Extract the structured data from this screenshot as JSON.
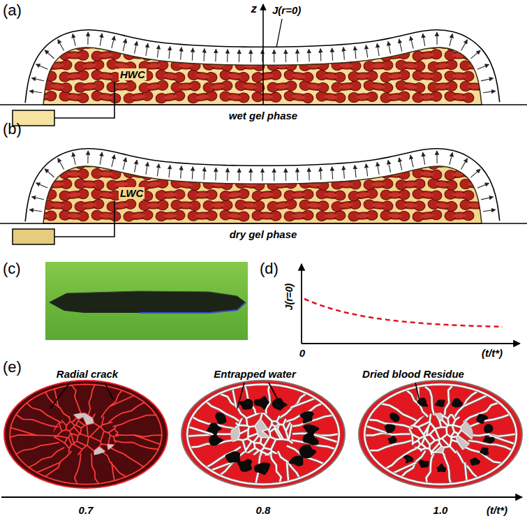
{
  "diagram": {
    "labels": [
      "(a)",
      "z",
      "J(r=0)",
      "HWC",
      "wet gel phase",
      "(b)",
      "LWC",
      "dry gel phase",
      "(c)",
      "(d)",
      "J(r=0)",
      "0",
      "(t/t*)",
      "(e)",
      "Radial crack",
      "Entrapped water",
      "Dried blood Residue",
      "0.7",
      "0.8",
      "1.0",
      "(t/t*)"
    ]
  }
}
